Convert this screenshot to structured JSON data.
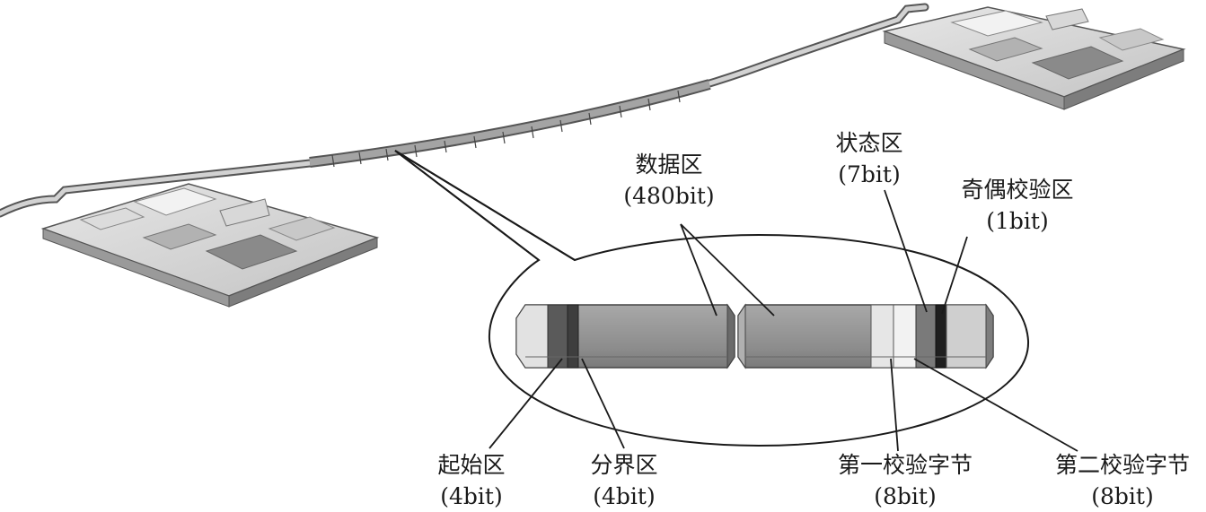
{
  "diagram": {
    "labels": {
      "data_field": {
        "name": "数据区",
        "bits": "(480bit)"
      },
      "status_field": {
        "name": "状态区",
        "bits": "(7bit)"
      },
      "parity_field": {
        "name": "奇偶校验区",
        "bits": "(1bit)"
      },
      "start_field": {
        "name": "起始区",
        "bits": "(4bit)"
      },
      "delimiter_field": {
        "name": "分界区",
        "bits": "(4bit)"
      },
      "check_byte_1": {
        "name": "第一校验字节",
        "bits": "(8bit)"
      },
      "check_byte_2": {
        "name": "第二校验字节",
        "bits": "(8bit)"
      }
    }
  }
}
